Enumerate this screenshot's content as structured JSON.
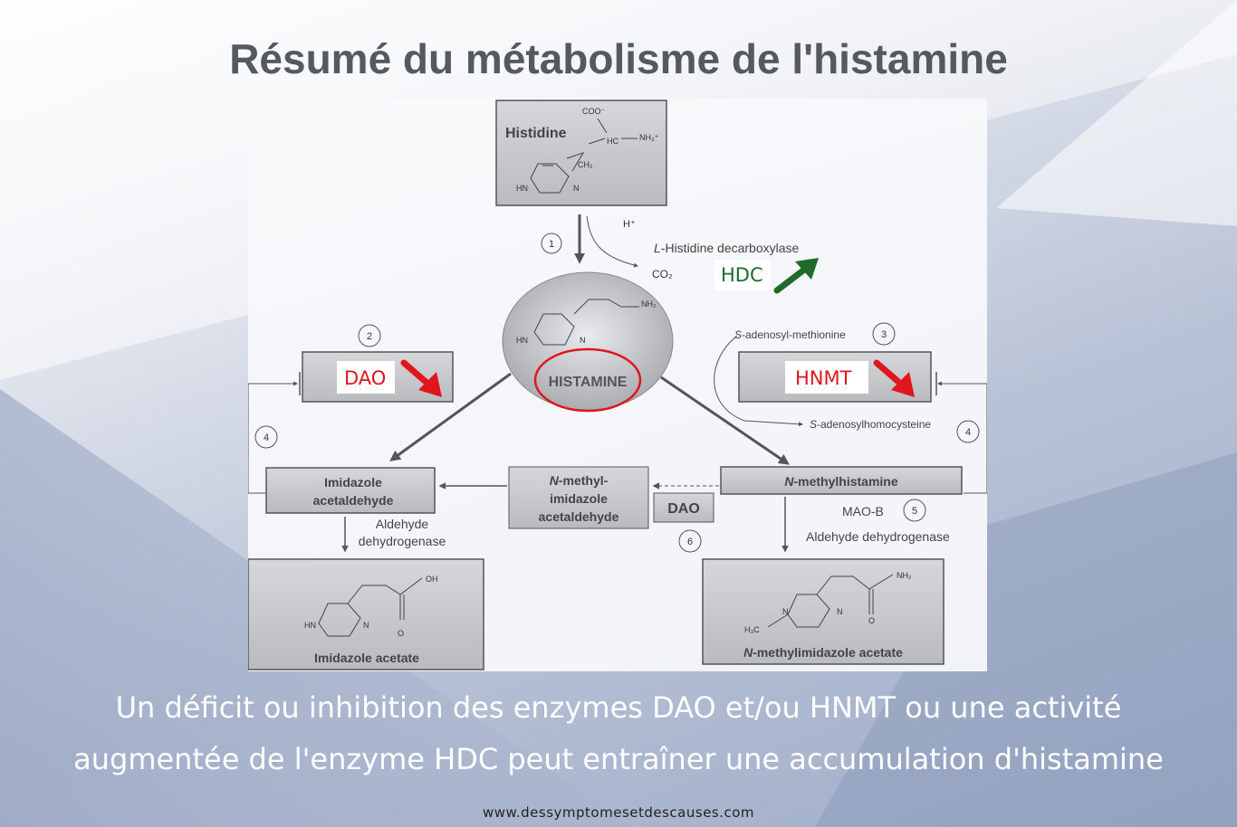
{
  "title": "Résumé du métabolisme de l'histamine",
  "diagram": {
    "histidine": {
      "label": "Histidine",
      "coo": "COO⁻",
      "hc": "HC",
      "nh3": "NH₃⁺",
      "ch2": "CH₂",
      "hn": "HN",
      "n": "N"
    },
    "step1": {
      "number": "1",
      "h_plus": "H⁺",
      "enzyme_prefix": "L",
      "enzyme_rest": "-Histidine decarboxylase",
      "co2": "CO₂",
      "abbr": "HDC"
    },
    "histamine": {
      "label": "HISTAMINE",
      "nh2": "NH₂",
      "hn": "HN",
      "n": "N"
    },
    "step2": {
      "number": "2",
      "enzyme": "DAO"
    },
    "step3": {
      "number": "3",
      "enzyme": "HNMT",
      "sam_prefix": "S",
      "sam_rest": "-adenosyl-methionine",
      "sah_prefix": "S",
      "sah_rest": "-adenosylhomocysteine"
    },
    "step4": {
      "number": "4"
    },
    "step5": {
      "number": "5",
      "mao": "MAO-B",
      "aldehyde_dh": "Aldehyde dehydrogenase"
    },
    "step6": {
      "number": "6",
      "enzyme": "DAO"
    },
    "imidazole_acetaldehyde": {
      "line1": "Imidazole",
      "line2": "acetaldehyde"
    },
    "aldehyde_dh_left": {
      "line1": "Aldehyde",
      "line2": "dehydrogenase"
    },
    "n_methylhistamine": {
      "prefix": "N",
      "rest": "-methylhistamine"
    },
    "n_methyl_imidazole_acetaldehyde": {
      "prefix": "N",
      "line1_rest": "-methyl-",
      "line2": "imidazole",
      "line3": "acetaldehyde"
    },
    "imidazole_acetate": {
      "label": "Imidazole acetate",
      "oh": "OH",
      "o": "O",
      "hn": "HN",
      "n": "N"
    },
    "n_methylimidazole_acetate": {
      "prefix": "N",
      "rest": "-methylimidazole acetate",
      "nh2": "NH₂",
      "o": "O",
      "h3c": "H₃C",
      "n1": "N",
      "n2": "N"
    }
  },
  "colors": {
    "up_arrow": "#1f6b2c",
    "down_arrow": "#e0161e",
    "highlight_circle": "#e0161e",
    "hdc_text": "#1f6b2c",
    "dao_text": "#e0161e"
  },
  "caption": {
    "line1": "Un déficit ou inhibition des enzymes DAO et/ou HNMT ou une activité",
    "line2": "augmentée de l'enzyme HDC peut entraîner une accumulation d'histamine"
  },
  "website": "www.dessymptomesetdescauses.com"
}
